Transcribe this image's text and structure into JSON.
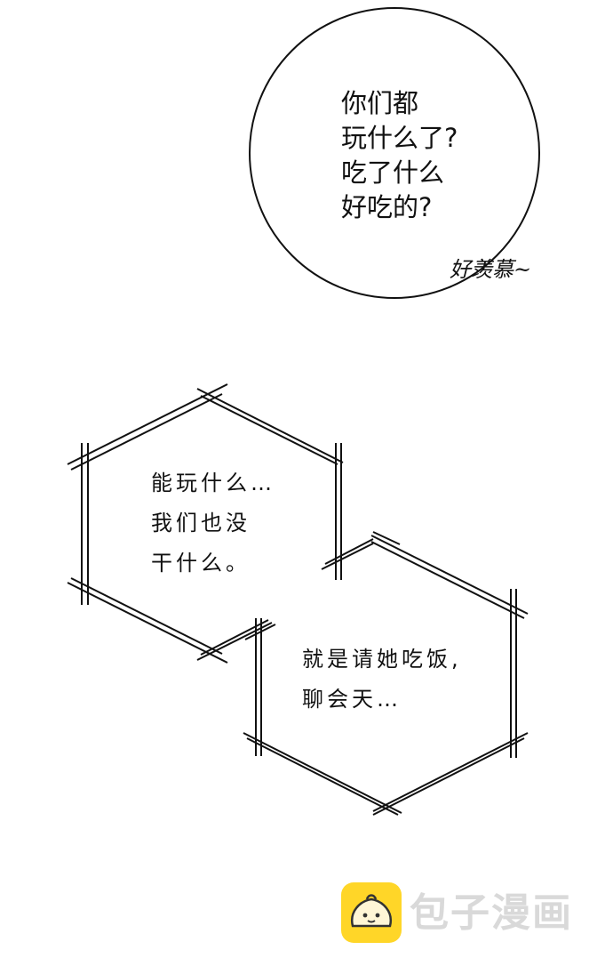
{
  "panel_top": {
    "speech_lines": [
      "你们都",
      "玩什么了?",
      "吃了什么",
      "好吃的?"
    ],
    "sfx": "好羡慕~"
  },
  "panel_bottom": {
    "thought_left_lines": [
      "能玩什么…",
      "我们也没",
      "干什么。"
    ],
    "thought_right_lines": [
      "就是请她吃饭,",
      "聊会天…"
    ]
  },
  "watermark": {
    "brand": "包子漫画",
    "icon": "bun-mascot-icon",
    "icon_color": "#ffd628"
  }
}
